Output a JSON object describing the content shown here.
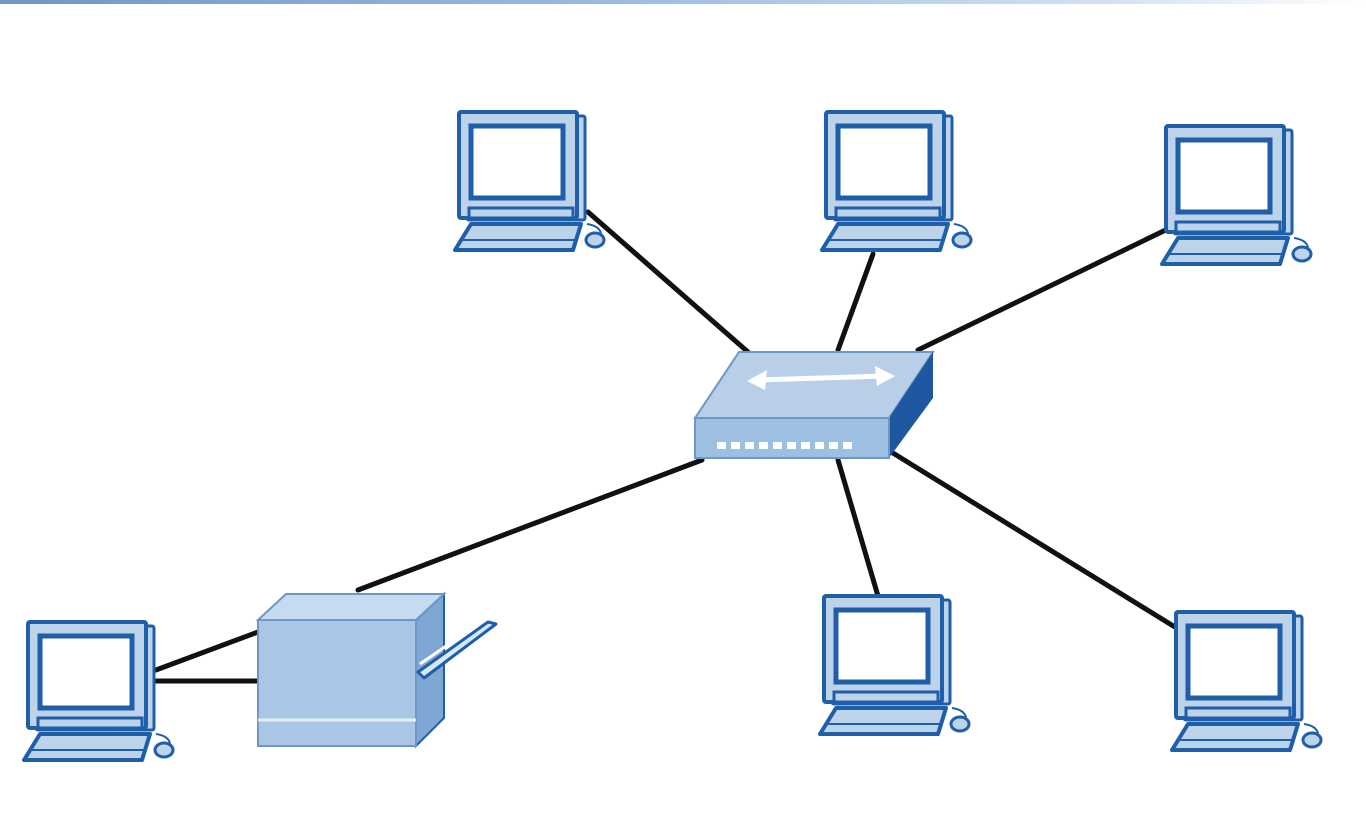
{
  "diagram": {
    "colors": {
      "device_dark": "#1f5ea8",
      "device_light": "#bcd3ea",
      "screen_fill": "#ffffff",
      "link": "#111111",
      "switch_top": "#b8cfe7",
      "switch_front": "#9dbfe2",
      "switch_side": "#1e56a0",
      "printer_fill": "#a9c6e6",
      "accent_strip": "#6f97c4"
    },
    "nodes": [
      {
        "id": "switch",
        "kind": "switch-icon"
      },
      {
        "id": "pc-top-left",
        "kind": "computer-icon"
      },
      {
        "id": "pc-top-center",
        "kind": "computer-icon"
      },
      {
        "id": "pc-top-right",
        "kind": "computer-icon"
      },
      {
        "id": "pc-bottom-center",
        "kind": "computer-icon"
      },
      {
        "id": "pc-bottom-right",
        "kind": "computer-icon"
      },
      {
        "id": "pc-bottom-left",
        "kind": "computer-icon"
      },
      {
        "id": "printer",
        "kind": "printer-icon"
      }
    ],
    "links": [
      {
        "from": "switch",
        "to": "pc-top-left"
      },
      {
        "from": "switch",
        "to": "pc-top-center"
      },
      {
        "from": "switch",
        "to": "pc-top-right"
      },
      {
        "from": "switch",
        "to": "pc-bottom-center"
      },
      {
        "from": "switch",
        "to": "pc-bottom-right"
      },
      {
        "from": "switch",
        "to": "printer"
      },
      {
        "from": "printer",
        "to": "pc-bottom-left"
      },
      {
        "from": "printer",
        "to": "pc-bottom-left"
      }
    ]
  }
}
